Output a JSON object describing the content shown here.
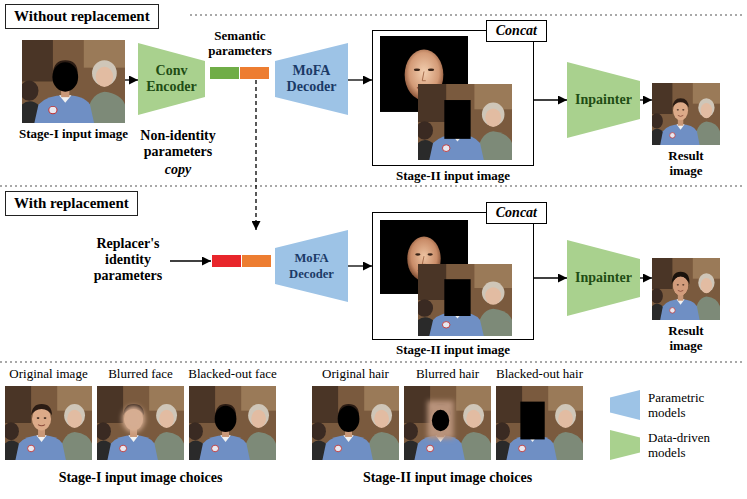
{
  "diagram": {
    "nodes": [
      {
        "text": [
          "Without replacement"
        ]
      },
      {
        "text": [
          "Stage-I input image"
        ]
      },
      {
        "text": [
          "Conv Encoder"
        ]
      },
      {
        "text": [
          "Semantic parameters"
        ]
      },
      {
        "text": [
          "MoFA Decoder"
        ]
      },
      {
        "text": [
          "Concat",
          "Stage-II input image"
        ]
      },
      {
        "text": [
          "Inpainter"
        ]
      },
      {
        "text": [
          "Result image"
        ]
      },
      {
        "text": [
          "With replacement"
        ]
      },
      {
        "text": [
          "Replacer's identity parameters"
        ]
      },
      {
        "text": [
          "MoFA Decoder"
        ]
      },
      {
        "text": [
          "Concat",
          "Stage-II input image"
        ]
      },
      {
        "text": [
          "Inpainter"
        ]
      },
      {
        "text": [
          "Result image"
        ]
      }
    ],
    "edges": [
      {
        "from": 1,
        "to": 2,
        "arrow": "to"
      },
      {
        "from": 4,
        "to": 5,
        "arrow": "to"
      },
      {
        "from": 5,
        "to": 6,
        "arrow": "to"
      },
      {
        "from": 6,
        "to": 7,
        "arrow": "to"
      },
      {
        "from": 3,
        "to": 10,
        "label": "Non-identity parameters",
        "arrow": "to"
      },
      {
        "from": 9,
        "to": 10,
        "arrow": "to"
      },
      {
        "from": 10,
        "to": 11,
        "arrow": "to"
      },
      {
        "from": 11,
        "to": 12,
        "arrow": "to"
      },
      {
        "from": 12,
        "to": 13,
        "arrow": "to"
      }
    ],
    "labels": [
      "copy",
      "Original image",
      "Blurred face",
      "Blacked-out face",
      "Original hair",
      "Blurred hair",
      "Blacked-out hair",
      "Stage-I input image choices",
      "Stage-II input image choices"
    ],
    "legend": [
      {
        "text": "Parametric models",
        "color": "#9dc3e6"
      },
      {
        "text": "Data-driven models",
        "color": "#a9d18e"
      }
    ]
  }
}
